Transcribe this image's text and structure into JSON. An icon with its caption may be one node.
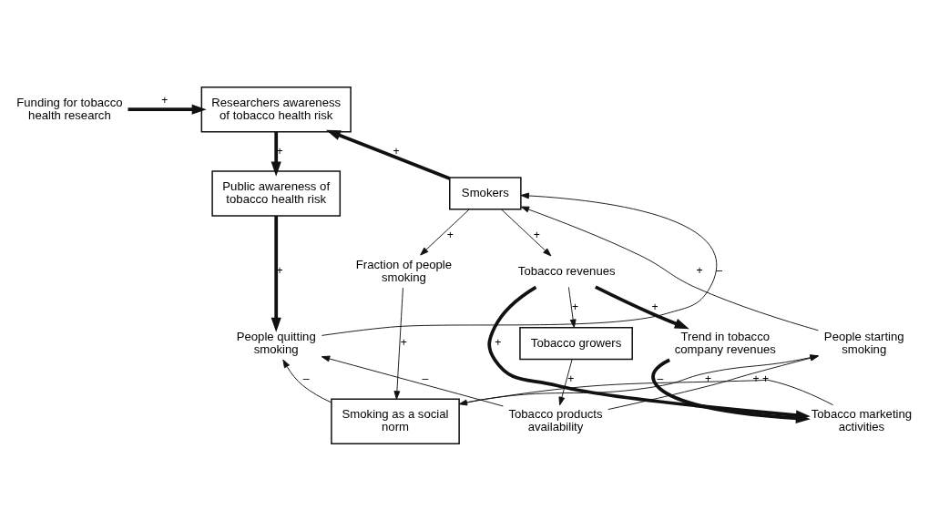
{
  "diagram": {
    "nodes": [
      {
        "text": [
          "Funding for tobacco health research"
        ]
      },
      {
        "text": [
          "Researchers awareness of tobacco health risk"
        ]
      },
      {
        "text": [
          "Smokers"
        ]
      },
      {
        "text": [
          "Public awareness of tobacco health risk"
        ]
      },
      {
        "text": [
          "Tobacco revenues"
        ]
      },
      {
        "text": [
          "Fraction of people smoking"
        ]
      },
      {
        "text": [
          "People starting smoking"
        ]
      },
      {
        "text": [
          "Trend in tobacco company revenues"
        ]
      },
      {
        "text": [
          "People quitting smoking"
        ]
      },
      {
        "text": [
          "Smoking as a social norm"
        ]
      },
      {
        "text": [
          "Tobacco marketing activities"
        ]
      },
      {
        "text": [
          "Tobacco products availability"
        ]
      },
      {
        "text": [
          "Tobacco growers"
        ]
      }
    ],
    "edges": [
      {
        "from": 0,
        "to": 1,
        "arrow": "to",
        "label": "+",
        "style": "thick"
      },
      {
        "from": 2,
        "to": 1,
        "arrow": "to",
        "label": "+",
        "style": "thick"
      },
      {
        "from": 1,
        "to": 3,
        "arrow": "to",
        "label": "+",
        "style": "thick"
      },
      {
        "from": 3,
        "to": 8,
        "arrow": "to",
        "label": "+",
        "style": "thick"
      },
      {
        "from": 2,
        "to": 4,
        "arrow": "to",
        "label": "+"
      },
      {
        "from": 2,
        "to": 5,
        "arrow": "to",
        "label": "+"
      },
      {
        "from": 6,
        "to": 2,
        "arrow": "to",
        "label": "+"
      },
      {
        "from": 8,
        "to": 2,
        "arrow": "to",
        "label": "–"
      },
      {
        "from": 4,
        "to": 7,
        "arrow": "to",
        "label": "+",
        "style": "thick"
      },
      {
        "from": 4,
        "to": 10,
        "arrow": "to",
        "label": "+",
        "style": "thick"
      },
      {
        "from": 4,
        "to": 12,
        "arrow": "to",
        "label": "+"
      },
      {
        "from": 7,
        "to": 10,
        "arrow": "to",
        "label": "–",
        "style": "thick"
      },
      {
        "from": 5,
        "to": 9,
        "arrow": "to",
        "label": "+"
      },
      {
        "from": 10,
        "to": 9,
        "arrow": "to",
        "label": "+"
      },
      {
        "from": 9,
        "to": 6,
        "arrow": "to",
        "label": "+"
      },
      {
        "from": 9,
        "to": 8,
        "arrow": "to",
        "label": "–"
      },
      {
        "from": 11,
        "to": 6,
        "arrow": "to",
        "label": "+"
      },
      {
        "from": 11,
        "to": 8,
        "arrow": "to",
        "label": "–"
      },
      {
        "from": 12,
        "to": 11,
        "arrow": "to",
        "label": "+"
      }
    ]
  }
}
